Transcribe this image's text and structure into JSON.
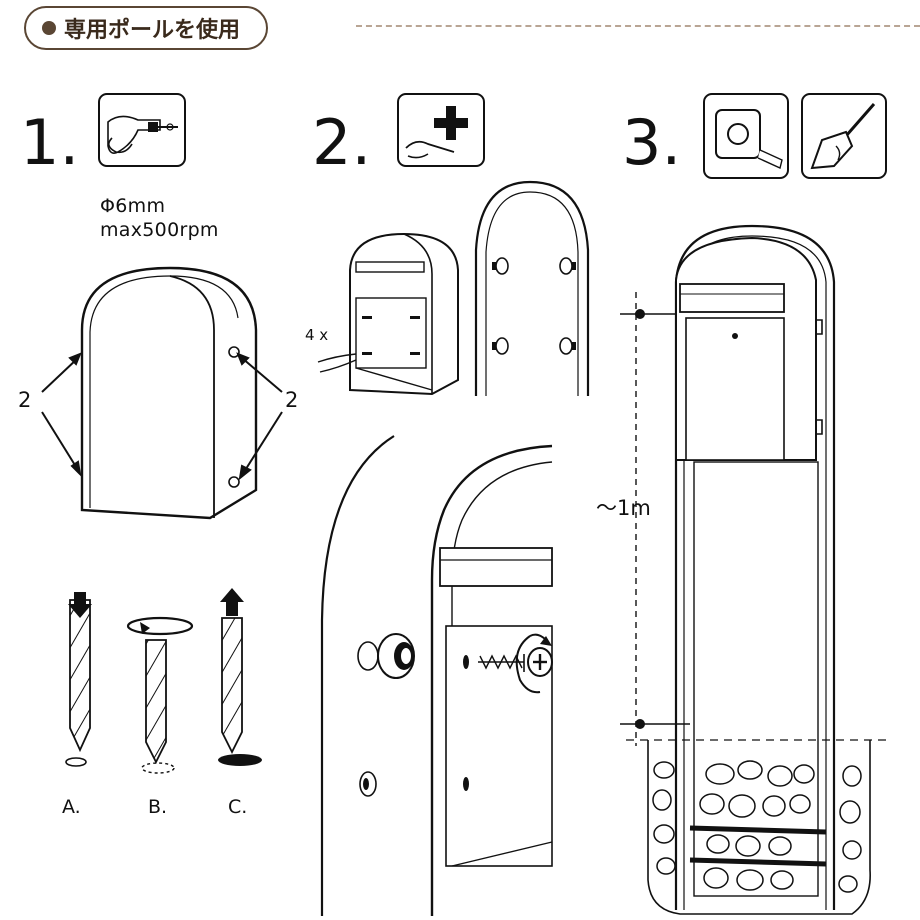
{
  "header": {
    "title": "専用ポールを使用"
  },
  "steps": [
    {
      "number": "1.",
      "icon": "drill-icon",
      "spec_lines": [
        "Φ6mm",
        "max500rpm"
      ]
    },
    {
      "number": "2.",
      "icon": "screwdriver-icon",
      "count_label": "4 x"
    },
    {
      "number": "3.",
      "icons": [
        "tape-measure-icon",
        "shovel-icon"
      ],
      "height_label": "～1m"
    }
  ],
  "callouts": {
    "left": "2",
    "right": "2"
  },
  "drill_sequence": [
    {
      "label": "A.",
      "arrow": "down-arrow-icon"
    },
    {
      "label": "B.",
      "arrow": "rotate-arrow-icon"
    },
    {
      "label": "C.",
      "arrow": "up-arrow-icon"
    }
  ]
}
